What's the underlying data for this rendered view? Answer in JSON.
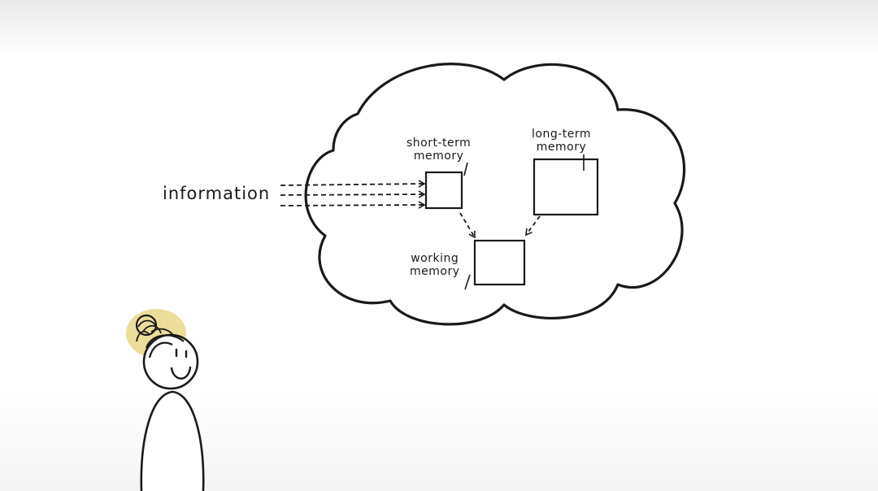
{
  "diagram": {
    "input_label": "information",
    "nodes": [
      {
        "id": "short_term",
        "line1": "short-term",
        "line2": "memory"
      },
      {
        "id": "long_term",
        "line1": "long-term",
        "line2": "memory"
      },
      {
        "id": "working",
        "line1": "working",
        "line2": "memory"
      }
    ],
    "edges": [
      {
        "from": "information",
        "to": "short_term",
        "style": "dashed",
        "count": 3
      },
      {
        "from": "short_term",
        "to": "working",
        "style": "dashed"
      },
      {
        "from": "long_term",
        "to": "working",
        "style": "dashed"
      }
    ]
  },
  "colors": {
    "ink": "#1a1a1a",
    "hair": "#e6d27a",
    "background": "#ffffff"
  }
}
